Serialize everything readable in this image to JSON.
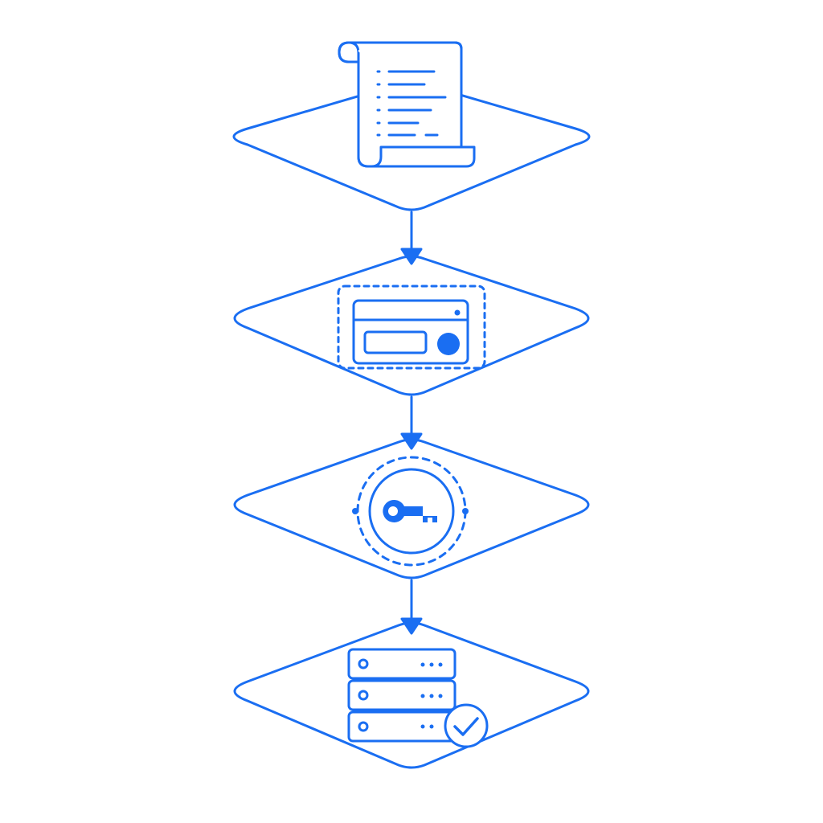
{
  "diagram": {
    "type": "vertical-flow",
    "accent_color": "#1a6ef2",
    "background_color": "#ffffff",
    "steps": [
      {
        "icon": "document-scroll-icon"
      },
      {
        "icon": "card-reader-icon"
      },
      {
        "icon": "key-icon"
      },
      {
        "icon": "server-verified-icon"
      }
    ],
    "connectors": [
      {
        "from": 0,
        "to": 1,
        "style": "arrow"
      },
      {
        "from": 1,
        "to": 2,
        "style": "arrow"
      },
      {
        "from": 2,
        "to": 3,
        "style": "arrow"
      }
    ]
  }
}
